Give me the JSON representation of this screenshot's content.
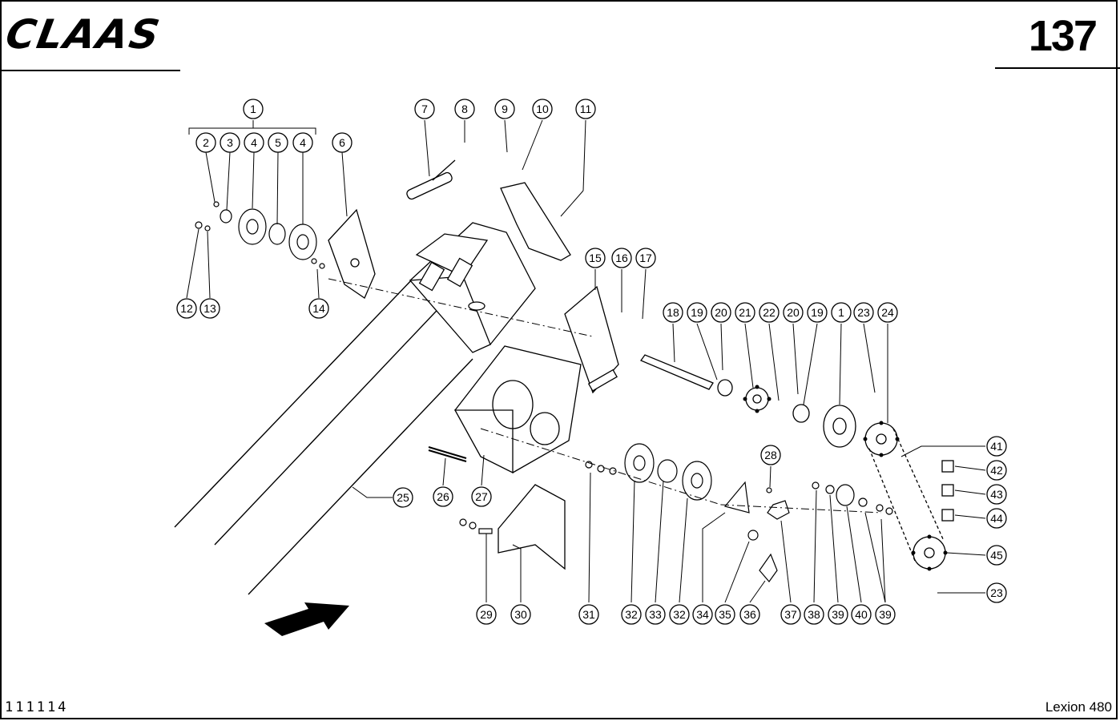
{
  "header": {
    "brand": "CLAAS",
    "page_number": "137"
  },
  "footer": {
    "document_id": "111114",
    "model": "Lexion 480"
  },
  "callouts": [
    "1",
    "2",
    "3",
    "4",
    "5",
    "4",
    "6",
    "7",
    "8",
    "9",
    "10",
    "11",
    "12",
    "13",
    "14",
    "15",
    "16",
    "17",
    "18",
    "19",
    "20",
    "21",
    "22",
    "20",
    "19",
    "1",
    "23",
    "24",
    "25",
    "26",
    "27",
    "28",
    "29",
    "30",
    "31",
    "32",
    "33",
    "32",
    "34",
    "35",
    "36",
    "37",
    "38",
    "39",
    "40",
    "39",
    "41",
    "42",
    "43",
    "44",
    "45",
    "23"
  ]
}
